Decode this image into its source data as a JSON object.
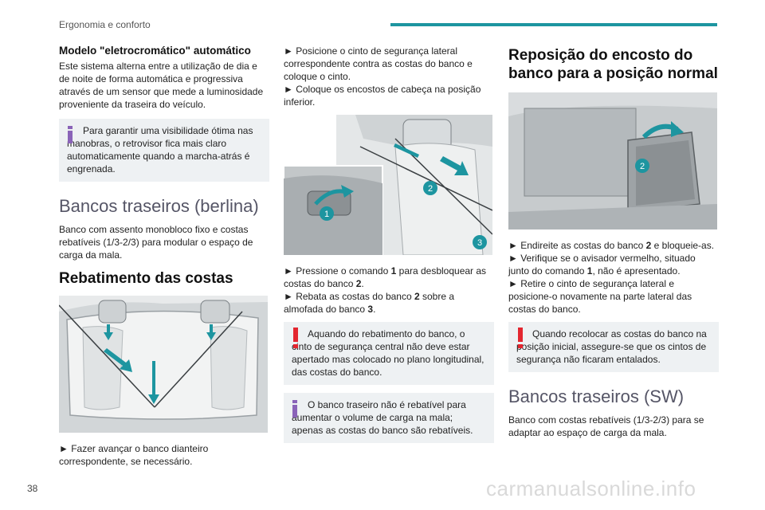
{
  "header": {
    "section_title": "Ergonomia e conforto"
  },
  "page_number": "38",
  "watermark": "carmanualsonline.info",
  "col1": {
    "subhead": "Modelo \"eletrocromático\" automático",
    "para1": "Este sistema alterna entre a utilização de dia e de noite de forma automática e progressiva através de um sensor que mede a luminosidade proveniente da traseira do veículo.",
    "note1_first": "Para garantir uma visibilidade ótima nas manobras, o retrovisor fica mais claro",
    "note1_rest": "automaticamente quando a marcha-atrás é engrenada.",
    "h_sedan": "Bancos traseiros (berlina)",
    "para_sedan": "Banco com assento monobloco fixo e costas rebatíveis (1/3-2/3) para modular o espaço de carga da mala.",
    "h_fold": "Rebatimento das costas",
    "bullet1": "► Fazer avançar o banco dianteiro correspondente, se necessário."
  },
  "col2": {
    "bullet1": "► Posicione o cinto de segurança lateral correspondente contra as costas do banco e coloque o cinto.",
    "bullet2": "► Coloque os encostos de cabeça na posição inferior.",
    "callouts": [
      "1",
      "2",
      "3"
    ],
    "b3_pre": "► Pressione o comando ",
    "b3_num": "1",
    "b3_mid": " para desbloquear as costas do banco ",
    "b3_num2": "2",
    "b3_end": ".",
    "b4_pre": "► Rebata as costas do banco ",
    "b4_num": "2",
    "b4_mid": " sobre a almofada do banco ",
    "b4_num2": "3",
    "b4_end": ".",
    "warn1_first": "Aquando do rebatimento do banco, o cinto",
    "warn1_rest": "de segurança central não deve estar apertado mas colocado no plano longitudinal, das costas do banco.",
    "info2_first": "O banco traseiro não é rebatível para",
    "info2_rest": "aumentar o volume de carga na mala; apenas as costas do banco são rebatíveis."
  },
  "col3": {
    "h_reset": "Reposição do encosto do banco para a posição normal",
    "callout": "2",
    "b1_pre": "► Endireite as costas do banco ",
    "b1_num": "2",
    "b1_end": " e bloqueie-as.",
    "b2_pre": "► Verifique se o avisador vermelho, situado junto do comando ",
    "b2_num": "1",
    "b2_end": ", não é apresentado.",
    "b3": "► Retire o cinto de segurança lateral e posicione-o novamente na parte lateral das costas do banco.",
    "warn_first": "Quando recolocar as costas do banco na",
    "warn_rest": "posição inicial, assegure-se que os cintos de segurança não ficaram entalados.",
    "h_sw": "Bancos traseiros (SW)",
    "para_sw": "Banco com costas rebatíveis (1/3-2/3) para se adaptar ao espaço de carga da mala."
  },
  "colors": {
    "accent": "#1d95a0",
    "warning": "#e3262f",
    "info": "#8a63b8",
    "note_bg": "#eef1f3"
  }
}
